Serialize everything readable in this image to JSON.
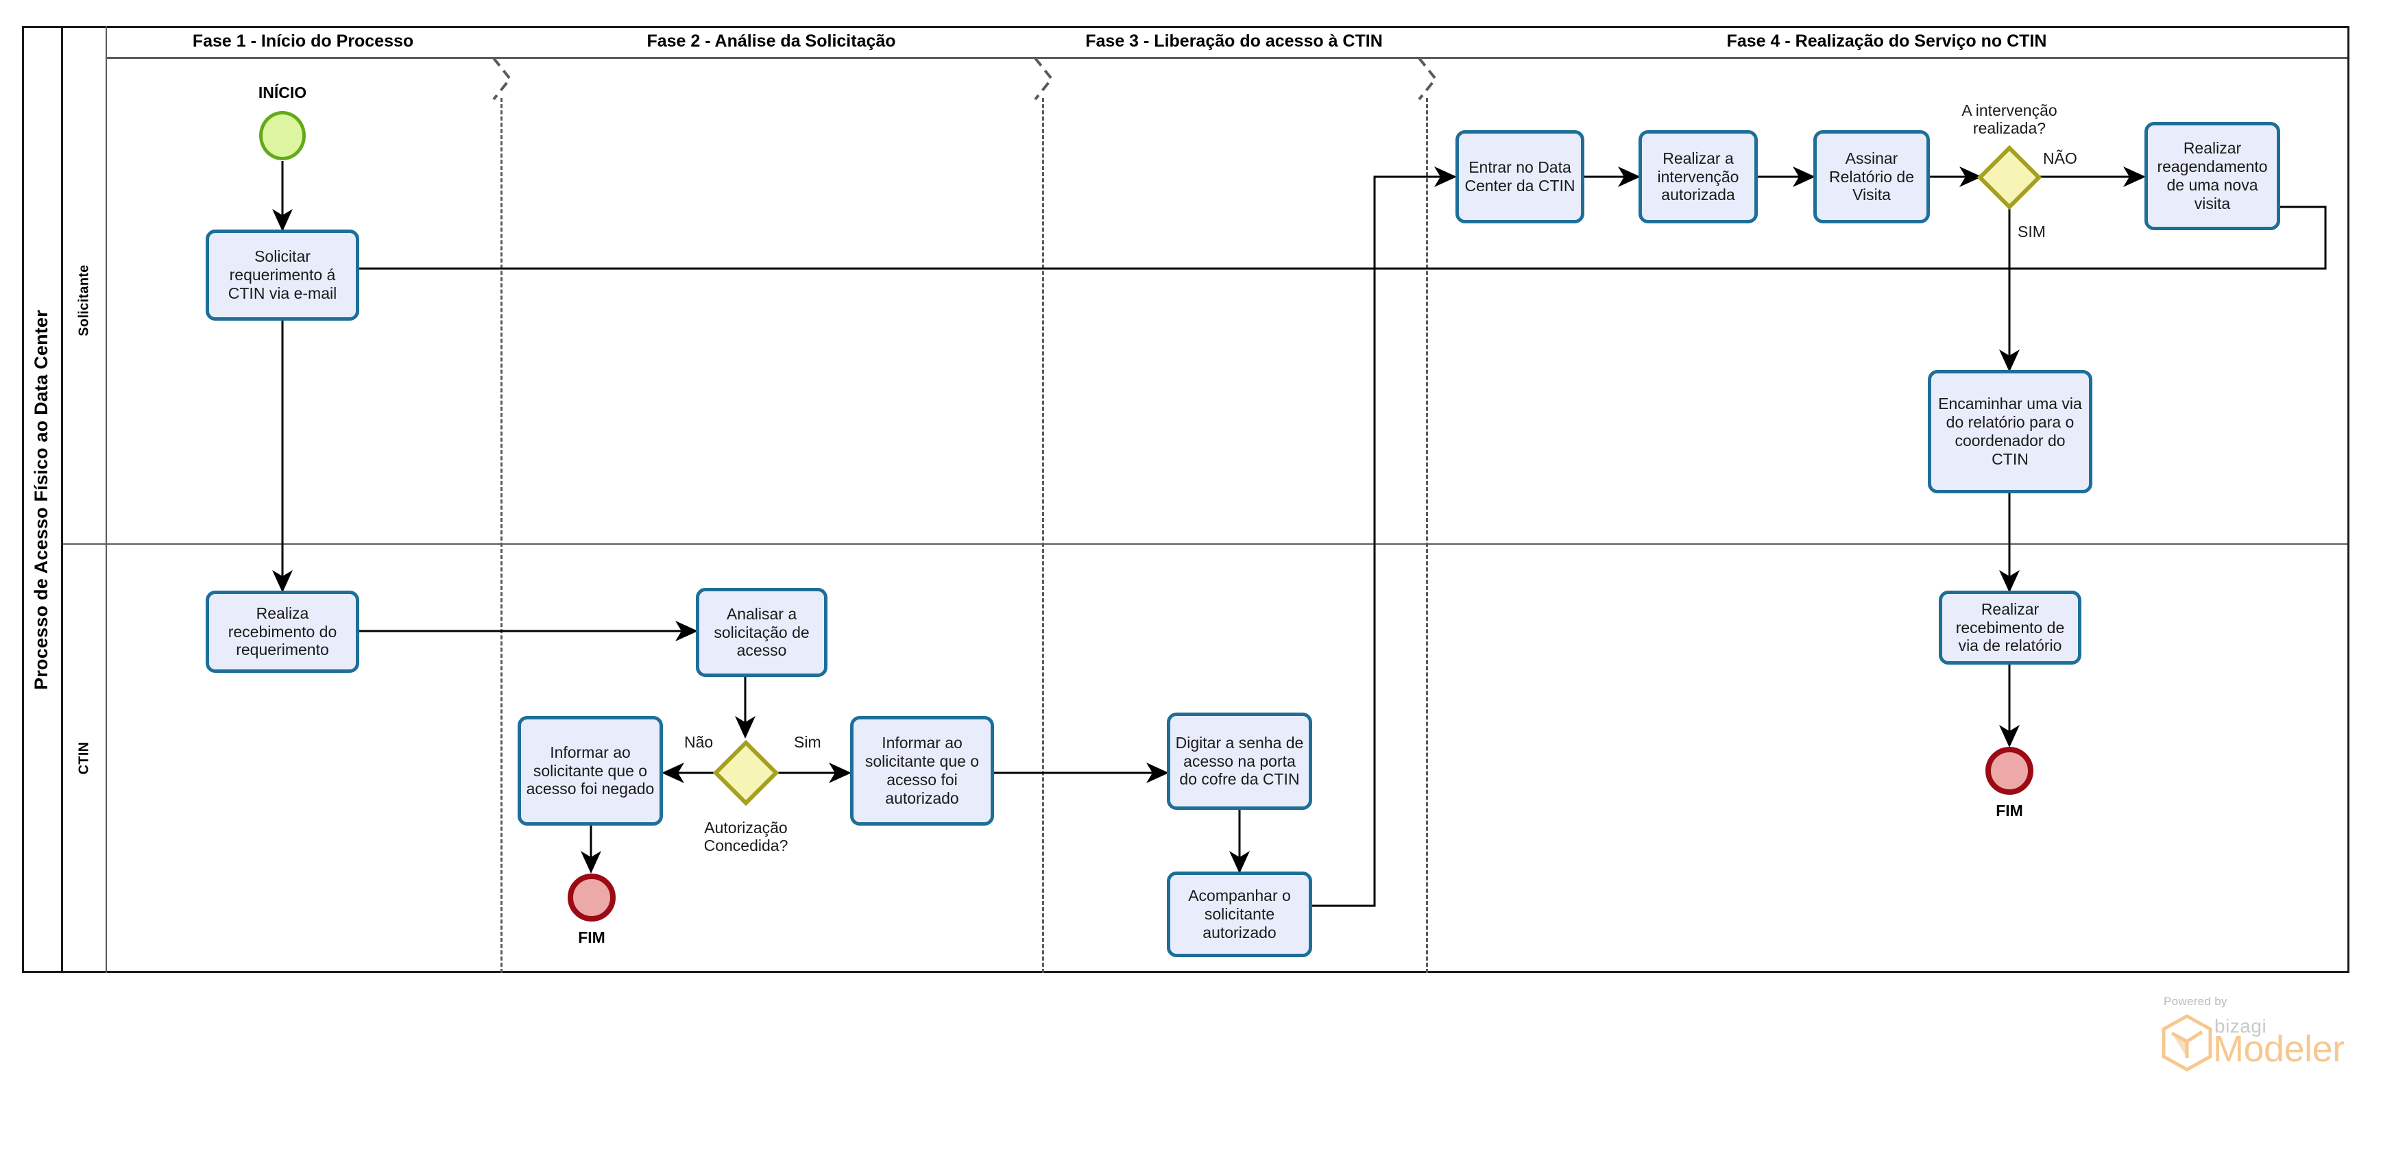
{
  "diagram": {
    "type": "bpmn-process",
    "pool_title": "Processo de Acesso Físico ao Data Center",
    "lanes": [
      {
        "id": "solicitante",
        "label": "Solicitante"
      },
      {
        "id": "ctin",
        "label": "CTIN"
      }
    ],
    "phases": [
      {
        "id": "fase1",
        "label": "Fase 1 - Início do Processo"
      },
      {
        "id": "fase2",
        "label": "Fase 2 - Análise da Solicitação"
      },
      {
        "id": "fase3",
        "label": "Fase 3 - Liberação do acesso à CTIN"
      },
      {
        "id": "fase4",
        "label": "Fase 4 - Realização do Serviço no CTIN"
      }
    ],
    "events": [
      {
        "id": "start",
        "kind": "start-event",
        "label": "INÍCIO",
        "lane": "solicitante",
        "phase": "fase1"
      },
      {
        "id": "end-negado",
        "kind": "end-event",
        "label": "FIM",
        "lane": "ctin",
        "phase": "fase2"
      },
      {
        "id": "end-relatorio",
        "kind": "end-event",
        "label": "FIM",
        "lane": "ctin",
        "phase": "fase4"
      }
    ],
    "tasks": [
      {
        "id": "t1",
        "label": "Solicitar requerimento á CTIN via e-mail",
        "lane": "solicitante",
        "phase": "fase1"
      },
      {
        "id": "t2",
        "label": "Realiza recebimento do requerimento",
        "lane": "ctin",
        "phase": "fase1"
      },
      {
        "id": "t3",
        "label": "Analisar a solicitação de acesso",
        "lane": "ctin",
        "phase": "fase2"
      },
      {
        "id": "t4",
        "label": "Informar ao solicitante que o acesso foi negado",
        "lane": "ctin",
        "phase": "fase2"
      },
      {
        "id": "t5",
        "label": "Informar ao solicitante que o acesso foi autorizado",
        "lane": "ctin",
        "phase": "fase2"
      },
      {
        "id": "t6",
        "label": "Digitar a senha de acesso na porta do cofre da CTIN",
        "lane": "ctin",
        "phase": "fase3"
      },
      {
        "id": "t7",
        "label": "Acompanhar o solicitante autorizado",
        "lane": "ctin",
        "phase": "fase3"
      },
      {
        "id": "t8",
        "label": "Entrar no Data Center da CTIN",
        "lane": "solicitante",
        "phase": "fase4"
      },
      {
        "id": "t9",
        "label": "Realizar a intervenção autorizada",
        "lane": "solicitante",
        "phase": "fase4"
      },
      {
        "id": "t10",
        "label": "Assinar Relatório de Visita",
        "lane": "solicitante",
        "phase": "fase4"
      },
      {
        "id": "t11",
        "label": "Realizar reagendamento de uma nova visita",
        "lane": "solicitante",
        "phase": "fase4"
      },
      {
        "id": "t12",
        "label": "Encaminhar uma via do relatório para o coordenador do CTIN",
        "lane": "solicitante",
        "phase": "fase4"
      },
      {
        "id": "t13",
        "label": "Realizar recebimento de via de relatório",
        "lane": "ctin",
        "phase": "fase4"
      }
    ],
    "gateways": [
      {
        "id": "g1",
        "kind": "exclusive-gateway",
        "label": "Autorização\nConcedida?",
        "lane": "ctin",
        "phase": "fase2",
        "outcomes": [
          {
            "label": "Não",
            "to": "t4"
          },
          {
            "label": "Sim",
            "to": "t5"
          }
        ]
      },
      {
        "id": "g2",
        "kind": "exclusive-gateway",
        "label": "A intervenção\nrealizada?",
        "lane": "solicitante",
        "phase": "fase4",
        "outcomes": [
          {
            "label": "NÃO",
            "to": "t11"
          },
          {
            "label": "SIM",
            "to": "t12"
          }
        ]
      }
    ],
    "colors": {
      "task_fill": "#e9edfb",
      "task_border": "#1d6f98",
      "start_fill": "#ddf5a0",
      "start_border": "#63a919",
      "end_fill": "#eda8a8",
      "end_border": "#9c0a14",
      "gateway_fill": "#f7f5b5",
      "gateway_border": "#a5a021",
      "pool_border": "#1a1a1a",
      "lane_border": "#5b5b5b",
      "flow": "#000000"
    }
  },
  "watermark": {
    "powered_by": "Powered by",
    "brand": "bizagi",
    "product": "Modeler"
  }
}
